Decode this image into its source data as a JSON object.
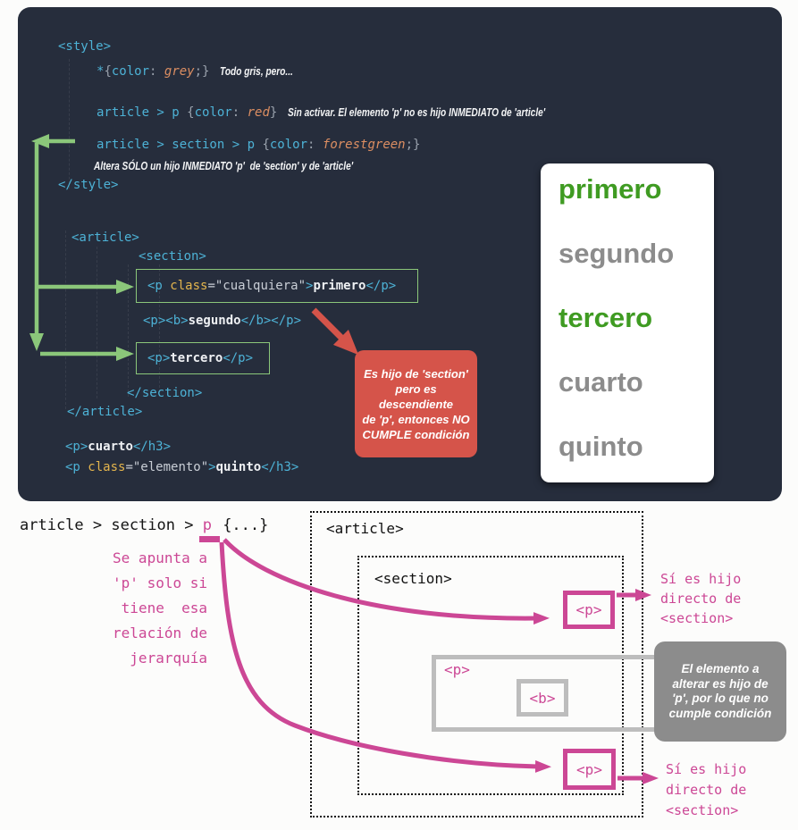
{
  "colors": {
    "panel_bg": "#262d3c",
    "code_cyan": "#4db2d6",
    "code_orange": "#dc8e62",
    "code_yellow": "#e4b54d",
    "code_grey": "#9aa2ad",
    "code_string": "#c9ced6",
    "code_white": "#eef0f3",
    "accent_green": "#8bc77a",
    "accent_red": "#d5544a",
    "accent_pink": "#cc4795",
    "result_green": "#3f9b22",
    "result_grey": "#8c8c8c",
    "callout_grey": "#8c8c8c"
  },
  "code_panel": {
    "lines": {
      "style_open": [
        {
          "t": "<style>",
          "c": "tag"
        }
      ],
      "universal": [
        {
          "t": "*",
          "c": "tag"
        },
        {
          "t": "{",
          "c": "punc"
        },
        {
          "t": "color",
          "c": "tag"
        },
        {
          "t": ": ",
          "c": "punc"
        },
        {
          "t": "grey",
          "c": "val"
        },
        {
          "t": ";}",
          "c": "punc"
        },
        {
          "t": "Todo gris, pero...",
          "c": "comment"
        }
      ],
      "article_p": [
        {
          "t": "article > p ",
          "c": "tag"
        },
        {
          "t": "{",
          "c": "punc"
        },
        {
          "t": "color",
          "c": "tag"
        },
        {
          "t": ": ",
          "c": "punc"
        },
        {
          "t": "red",
          "c": "val"
        },
        {
          "t": "}",
          "c": "punc"
        },
        {
          "t": "Sin activar. El elemento 'p' no es hijo INMEDIATO de 'article'",
          "c": "comment"
        }
      ],
      "article_section_p": [
        {
          "t": "article > section > p ",
          "c": "tag"
        },
        {
          "t": "{",
          "c": "punc"
        },
        {
          "t": "color",
          "c": "tag"
        },
        {
          "t": ": ",
          "c": "punc"
        },
        {
          "t": "forestgreen",
          "c": "val"
        },
        {
          "t": ";}",
          "c": "punc"
        }
      ],
      "comment2": [
        {
          "t": "Altera SÓLO un hijo INMEDIATO 'p'  de 'section' y de 'article'",
          "c": "comment"
        }
      ],
      "style_close": [
        {
          "t": "</style>",
          "c": "tag"
        }
      ],
      "article_open": [
        {
          "t": "<article>",
          "c": "tag"
        }
      ],
      "section_open": [
        {
          "t": "<section>",
          "c": "tag"
        }
      ],
      "primero": [
        {
          "t": "<p ",
          "c": "tag"
        },
        {
          "t": "class",
          "c": "attr"
        },
        {
          "t": "=\"cualquiera\"",
          "c": "str"
        },
        {
          "t": ">",
          "c": "tag"
        },
        {
          "t": "primero",
          "c": "bold"
        },
        {
          "t": "</p>",
          "c": "tag"
        }
      ],
      "segundo": [
        {
          "t": "<p><b>",
          "c": "tag"
        },
        {
          "t": "segundo",
          "c": "bold"
        },
        {
          "t": "</b></p>",
          "c": "tag"
        }
      ],
      "tercero": [
        {
          "t": "<p>",
          "c": "tag"
        },
        {
          "t": "tercero",
          "c": "bold"
        },
        {
          "t": "</p>",
          "c": "tag"
        }
      ],
      "section_close": [
        {
          "t": "</section>",
          "c": "tag"
        }
      ],
      "article_close": [
        {
          "t": "</article>",
          "c": "tag"
        }
      ],
      "cuarto": [
        {
          "t": "<p>",
          "c": "tag"
        },
        {
          "t": "cuarto",
          "c": "bold"
        },
        {
          "t": "</h3>",
          "c": "tag"
        }
      ],
      "quinto": [
        {
          "t": "<p ",
          "c": "tag"
        },
        {
          "t": "class",
          "c": "attr"
        },
        {
          "t": "=\"elemento\"",
          "c": "str"
        },
        {
          "t": ">",
          "c": "tag"
        },
        {
          "t": "quinto",
          "c": "bold"
        },
        {
          "t": "</h3>",
          "c": "tag"
        }
      ]
    },
    "red_callout_lines": [
      "Es hijo de 'section'",
      "pero es",
      "descendiente",
      "de 'p', entonces NO",
      "CUMPLE condición"
    ]
  },
  "result_panel": {
    "items": [
      {
        "text": "primero",
        "tone": "green"
      },
      {
        "text": "segundo",
        "tone": "grey"
      },
      {
        "text": "tercero",
        "tone": "green"
      },
      {
        "text": "cuarto",
        "tone": "grey"
      },
      {
        "text": "quinto",
        "tone": "grey"
      }
    ]
  },
  "bottom": {
    "selector_tokens": [
      {
        "t": "article > section > ",
        "c": "k"
      },
      {
        "t": "p",
        "c": "p"
      },
      {
        "t": " {...}",
        "c": "k"
      }
    ],
    "note_lines": [
      "Se apunta a",
      "'p' solo si",
      "tiene  esa",
      "relación de",
      "jerarquía"
    ],
    "article_label": "<article>",
    "section_label": "<section>",
    "p_top_label": "<p>",
    "p_mid_label": "<p>",
    "b_label": "<b>",
    "p_bottom_label": "<p>",
    "annot_top_lines": [
      "Sí es hijo",
      "directo de",
      "<section>"
    ],
    "annot_bottom_lines": [
      "Sí es hijo",
      "directo de",
      "<section>"
    ],
    "grey_callout_lines": [
      "El elemento a",
      "alterar es hijo de",
      "'p', por lo que no",
      "cumple condición"
    ]
  }
}
